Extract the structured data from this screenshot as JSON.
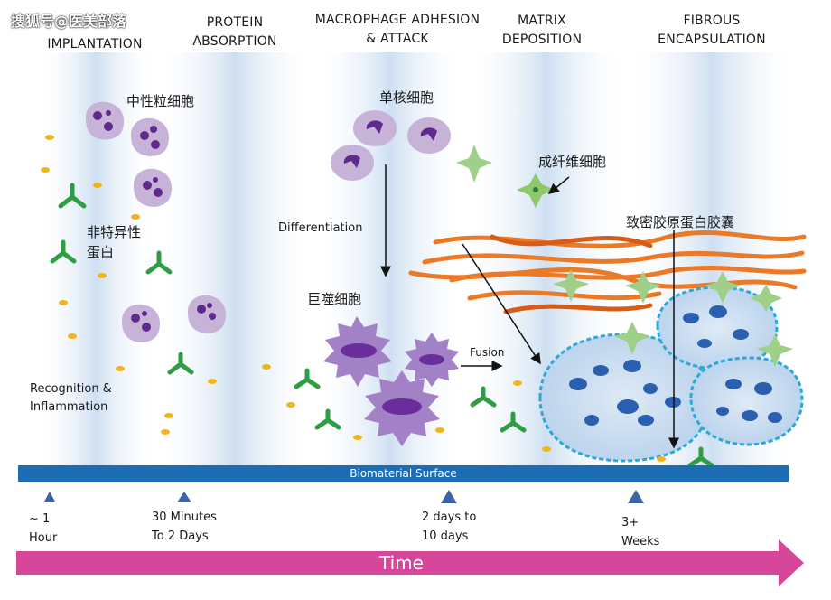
{
  "watermark": "搜狐号@医美部落",
  "stages": [
    {
      "label": "IMPLANTATION"
    },
    {
      "label": "PROTEIN\nABSORPTION"
    },
    {
      "label": "MACROPHAGE ADHESION\n& ATTACK"
    },
    {
      "label": "MATRIX\nDEPOSITION"
    },
    {
      "label": "FIBROUS\nENCAPSULATION"
    }
  ],
  "labels": {
    "neutrophil": "中性粒细胞",
    "nonspecific_protein": "非特异性\n蛋白",
    "monocyte": "单核细胞",
    "fibroblast": "成纤维细胞",
    "dense_collagen_capsule": "致密胶原蛋白胶囊",
    "macrophage": "巨噬细胞",
    "differentiation": "Differentiation",
    "fusion": "Fusion",
    "recognition": "Recognition &\nInflammation",
    "surface": "Biomaterial Surface",
    "time": "Time"
  },
  "timeline": [
    {
      "label": "~ 1\nHour"
    },
    {
      "label": "30 Minutes\nTo 2 Days"
    },
    {
      "label": "2 days to\n10 days"
    },
    {
      "label": "3+\nWeeks"
    }
  ],
  "colors": {
    "panel_blue": "#c9dcf0",
    "surface_bar": "#1d6db5",
    "time_arrow": "#d6469a",
    "collagen": "#ea7a28",
    "neutrophil": "#c7b2d8",
    "macrophage": "#a381c6",
    "antibody": "#2e9e44",
    "fibroblast": "#8fc86a",
    "capsule_edge": "#2aa9d6",
    "tick_marker": "#3f63a8"
  }
}
